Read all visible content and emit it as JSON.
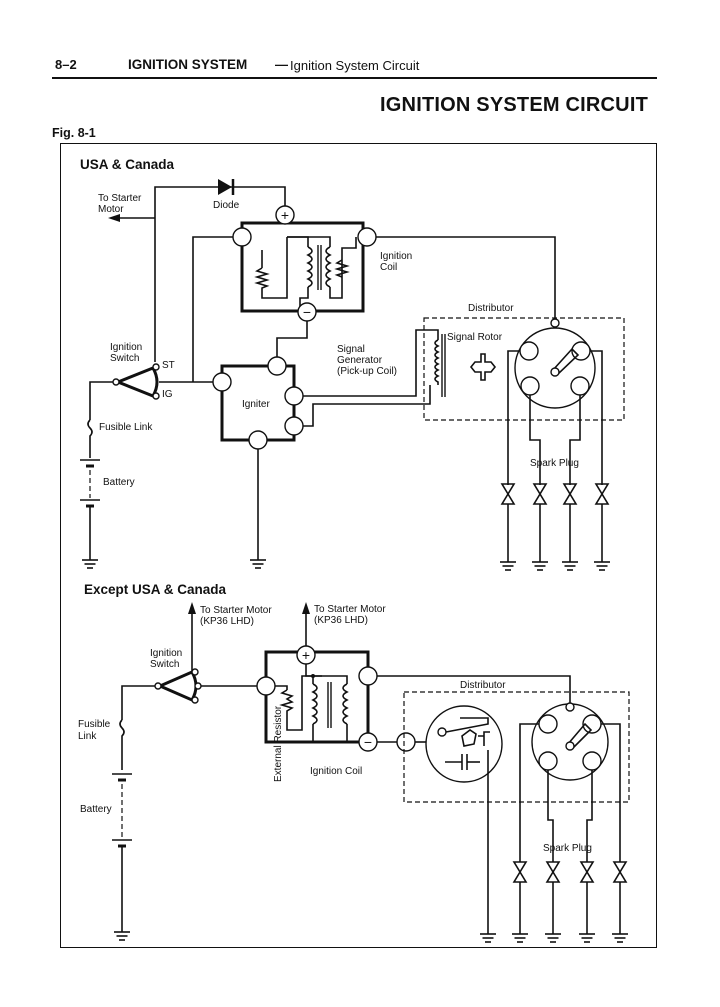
{
  "header": {
    "page_number": "8–2",
    "section": "IGNITION SYSTEM",
    "dash": "—",
    "subsection": "Ignition System Circuit"
  },
  "page_title": "IGNITION SYSTEM CIRCUIT",
  "figure_label": "Fig. 8-1",
  "top_diagram": {
    "heading": "USA & Canada",
    "labels": {
      "starter_1": "To Starter",
      "starter_2": "Motor",
      "diode": "Diode",
      "ignition_coil_1": "Ignition",
      "ignition_coil_2": "Coil",
      "distributor": "Distributor",
      "signal_rotor": "Signal Rotor",
      "signal_gen_1": "Signal",
      "signal_gen_2": "Generator",
      "signal_gen_3": "(Pick-up Coil)",
      "ignition_switch_1": "Ignition",
      "ignition_switch_2": "Switch",
      "st": "ST",
      "ig": "IG",
      "igniter": "Igniter",
      "fusible_link": "Fusible Link",
      "battery": "Battery",
      "spark_plug": "Spark Plug"
    }
  },
  "bottom_diagram": {
    "heading": "Except USA & Canada",
    "labels": {
      "starter_left_1": "To Starter Motor",
      "starter_left_2": "(KP36 LHD)",
      "starter_right_1": "To Starter Motor",
      "starter_right_2": "(KP36 LHD)",
      "ignition_switch_1": "Ignition",
      "ignition_switch_2": "Switch",
      "fusible_1": "Fusible",
      "fusible_2": "Link",
      "battery": "Battery",
      "external_resistor": "External Resistor",
      "ignition_coil": "Ignition Coil",
      "distributor": "Distributor",
      "spark_plug": "Spark Plug"
    }
  },
  "terminal_symbols": {
    "plus": "+",
    "minus": "−"
  }
}
